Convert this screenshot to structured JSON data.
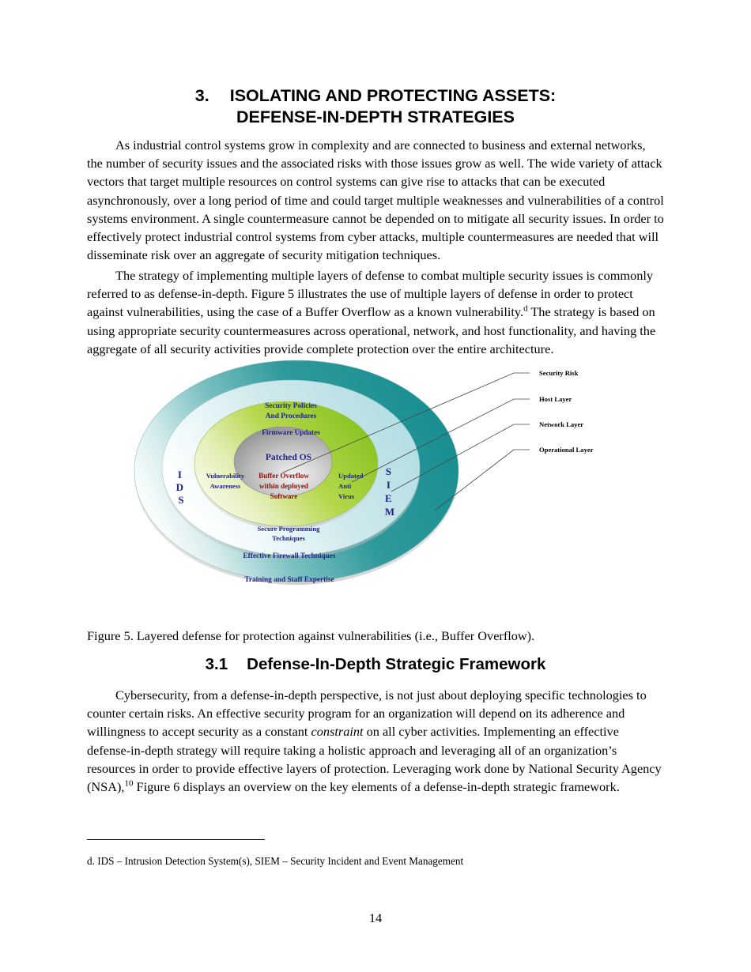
{
  "document": {
    "page_number": "14"
  },
  "chapter": {
    "number": "3.",
    "title_line1": "ISOLATING AND PROTECTING ASSETS:",
    "title_line2": "DEFENSE-IN-DEPTH STRATEGIES"
  },
  "paragraphs": {
    "p1": "As industrial control systems grow in complexity and are connected to business and external networks, the number of security issues and the associated risks with those issues grow as well. The wide variety of attack vectors that target multiple resources on control systems can give rise to attacks that can be executed asynchronously, over a long period of time and could target multiple weaknesses and vulnerabilities of a control systems environment. A single countermeasure cannot be depended on to mitigate all security issues. In order to effectively protect industrial control systems from cyber attacks, multiple countermeasures are needed that will disseminate risk over an aggregate of security mitigation techniques.",
    "p2_a": "The strategy of implementing multiple layers of defense to combat multiple security issues is commonly referred to as defense-in-depth. Figure 5 illustrates the use of multiple layers of defense in order to protect against vulnerabilities, using the case of a Buffer Overflow as a known vulnerability.",
    "p2_sup": "d",
    "p2_b": " The strategy is based on using appropriate security countermeasures across operational, network, and host functionality, and having the aggregate of all security activities provide complete protection over the entire architecture.",
    "p3_a": "Cybersecurity, from a defense-in-depth perspective, is not just about deploying specific technologies to counter certain risks. An effective security program for an organization will depend on its adherence and willingness to accept security as a constant ",
    "p3_italic": "constraint",
    "p3_b": " on all cyber activities. Implementing an effective defense-in-depth strategy will require taking a holistic approach and leveraging all of an organization’s resources in order to provide effective layers of protection. Leveraging work done by National Security Agency (NSA),",
    "p3_sup": "10",
    "p3_c": " Figure 6 displays an overview on the key elements of a defense-in-depth strategic framework."
  },
  "figure": {
    "caption": "Figure 5. Layered defense for protection against vulnerabilities (i.e., Buffer Overflow).",
    "rings": [
      {
        "id": "outer",
        "label_line1": "Security Policies",
        "label_line2": "And Procedures",
        "color": "#2a9d9d"
      },
      {
        "id": "second",
        "label_line1": "Firmware Updates",
        "label_line2": "",
        "color": "#bfe5e8"
      },
      {
        "id": "third",
        "label_line1": "Patched OS",
        "label_line2": "",
        "color": "#9acd32"
      },
      {
        "id": "core",
        "label_line1": "Buffer Overflow",
        "label_line2": "within deployed",
        "label_line3": "Software",
        "color": "#9a9a9a"
      }
    ],
    "inner_labels": {
      "left_side": "IDS",
      "right_side": "SIEM",
      "left_inner_line1": "Vulnerability",
      "left_inner_line2": "Awareness",
      "right_inner_line1": "Updated",
      "right_inner_line2": "Anti",
      "right_inner_line3": "Virus",
      "bottom_green_line1": "Secure Programming",
      "bottom_green_line2": "Techniques",
      "bottom_cyan": "Effective Firewall Techniques",
      "bottom_teal": "Training and Staff Expertise"
    },
    "callouts": [
      {
        "label": "Security Risk"
      },
      {
        "label": "Host Layer"
      },
      {
        "label": "Network Layer"
      },
      {
        "label": "Operational Layer"
      }
    ]
  },
  "section": {
    "number": "3.1",
    "title": "Defense-In-Depth Strategic Framework"
  },
  "footnote": {
    "text": "d. IDS – Intrusion Detection System(s), SIEM – Security Incident and Event Management"
  },
  "colors": {
    "teal": "#2a9d9d",
    "light_cyan": "#bfe5e8",
    "green": "#9acd32",
    "navy_text": "#20248c",
    "dark_red_text": "#8c1212"
  }
}
